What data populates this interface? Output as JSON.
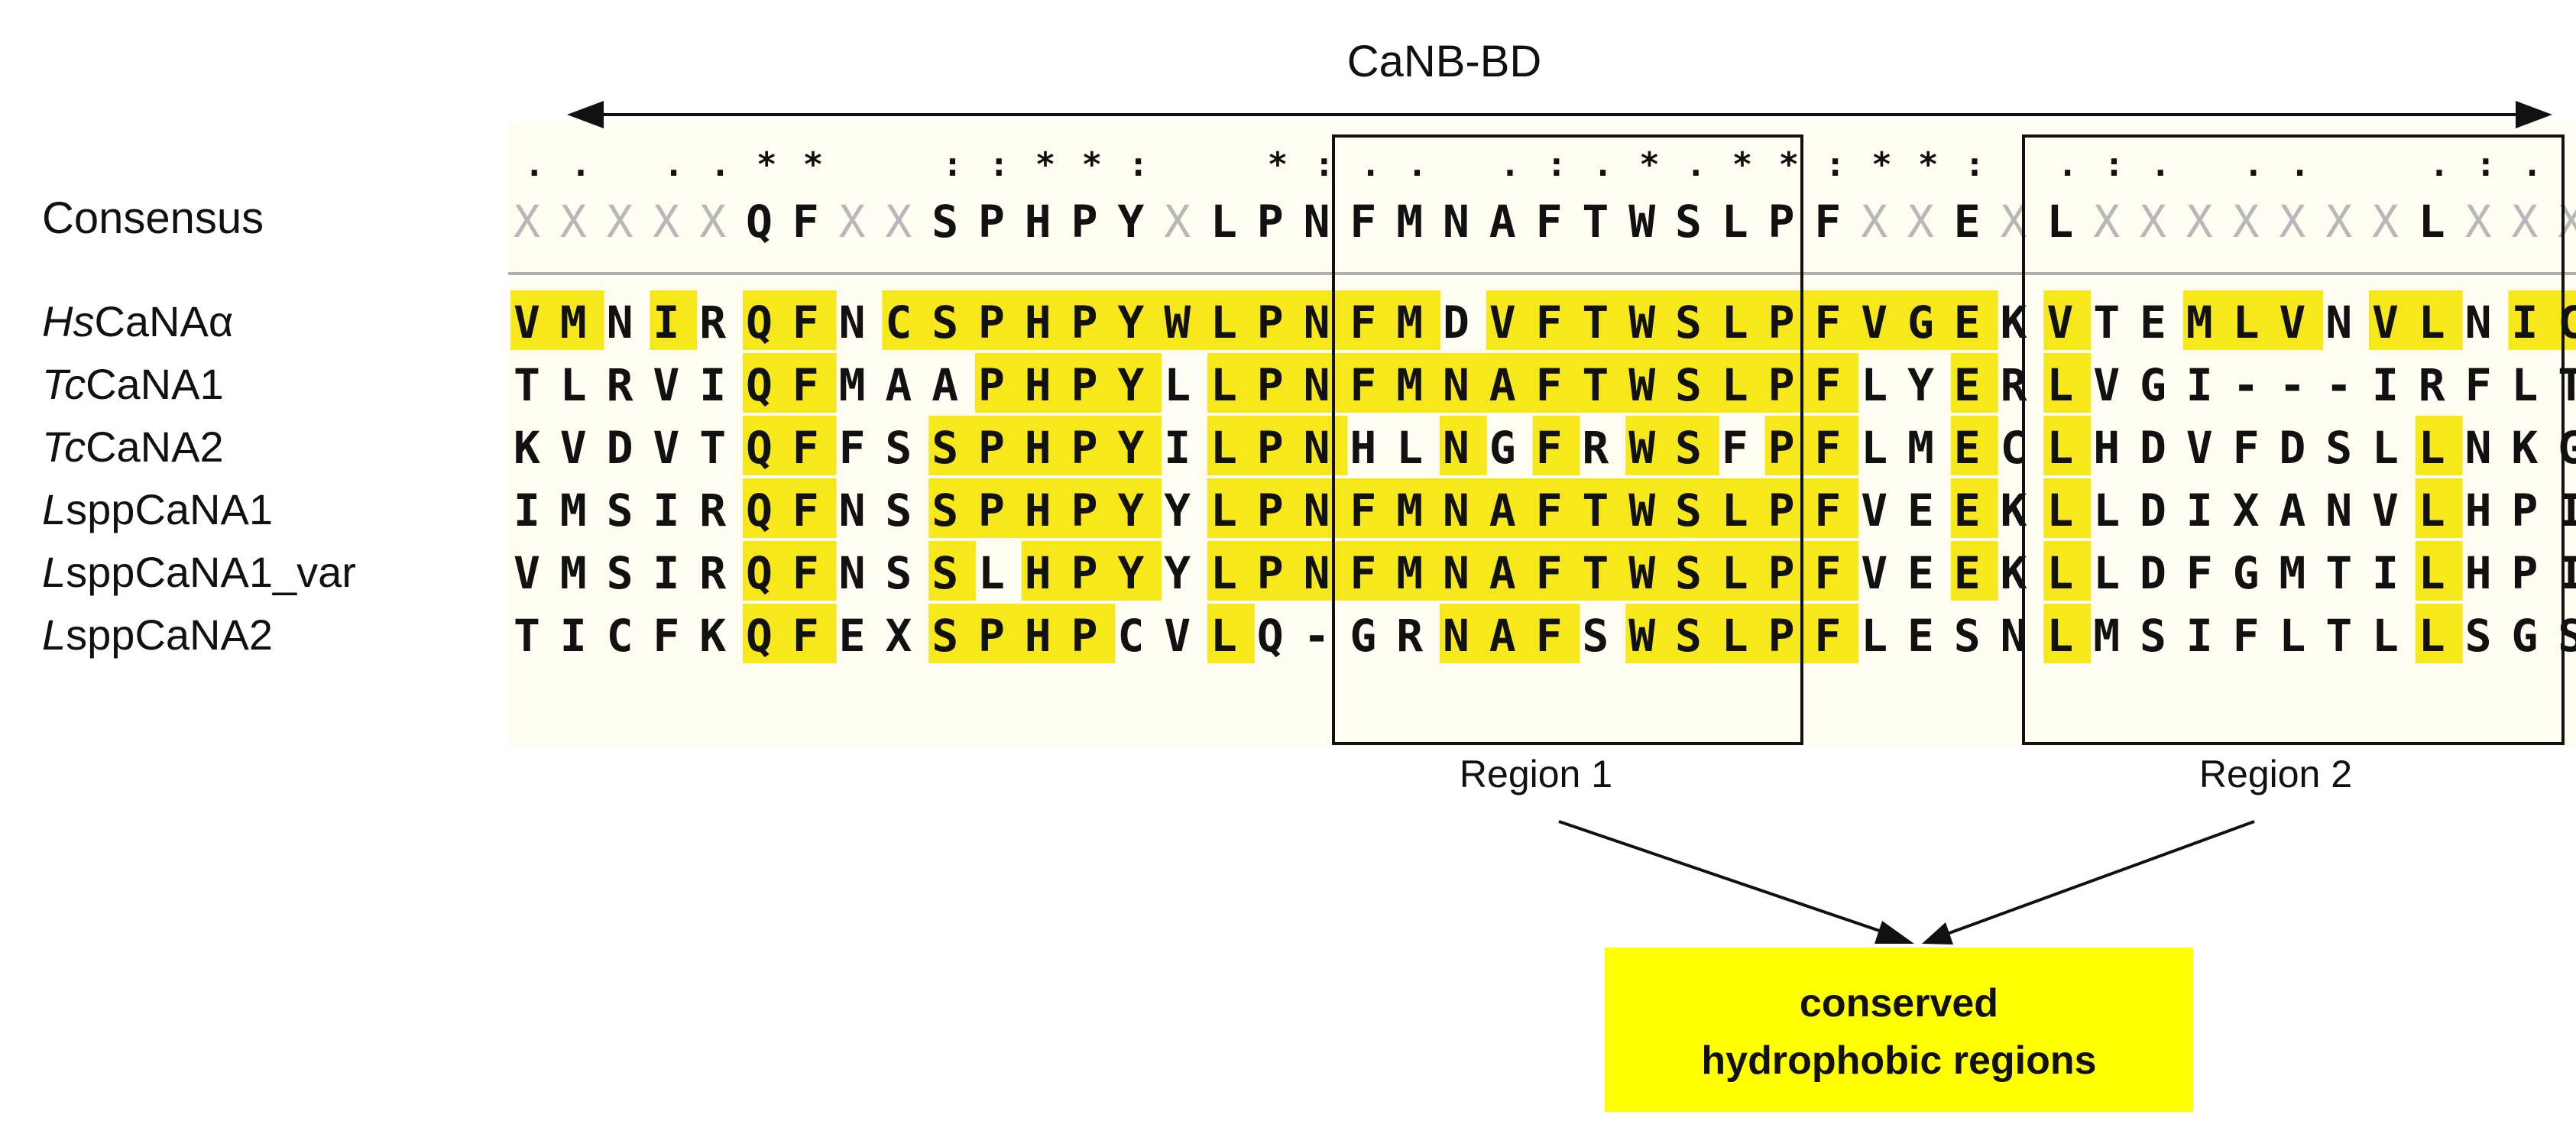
{
  "domain_title": "CaNB-BD",
  "consensus_label": "Consensus",
  "conservation_marks": ".. ..**  ::**:  *:.. .:.*.**:**: .:. ..  .:. .",
  "consensus_sequence": "XXXXXQFXXSPHPYXLPNFMNAFTWSLPFXXEXLXXXXXXXLXXXXX",
  "rows": [
    {
      "prefix": "Hs",
      "name": "CaNAα",
      "seq": "VMNIRQFNCSPHPYWLPNFMDVFTWSLPFVGEKVTEMLVNVLNICS-"
    },
    {
      "prefix": "Tc",
      "name": "CaNA1",
      "seq": "TLRVIQFMAAPHPYLLPNFMNAFTWSLPFLYERLVGI---IRFLTAG"
    },
    {
      "prefix": "Tc",
      "name": "CaNA2",
      "seq": "KVDVTQFFSSPHPYILPNHLNGFRWSFPFLMECLHDVFDSLLNKGCK"
    },
    {
      "prefix": "L",
      "name": "sppCaNA1",
      "seq": "IMSIRQFNSSPHPYYLPNFMNAFTWSLPFVEEKLLDIXANVLHPIDG"
    },
    {
      "prefix": "L",
      "name": "sppCaNA1_var",
      "seq": "VMSIRQFNSSLHPYYLPNFMNAFTWSLPFVEEKLLDFGMTILHPIDG"
    },
    {
      "prefix": "L",
      "name": "sppCaNA2",
      "seq": "TICFKQFEXSPHPCVLQ-GRNAFSWSLPFLESNLMSIFLTLLSGSD-"
    }
  ],
  "region1_label": "Region 1",
  "region2_label": "Region 2",
  "callout_line1": "conserved",
  "callout_line2": "hydrophobic regions",
  "colors": {
    "highlight": "#f6e81a",
    "band": "#fffdf2",
    "gray_x": "#b8b8b8",
    "callout_fill": "#ffff00"
  }
}
